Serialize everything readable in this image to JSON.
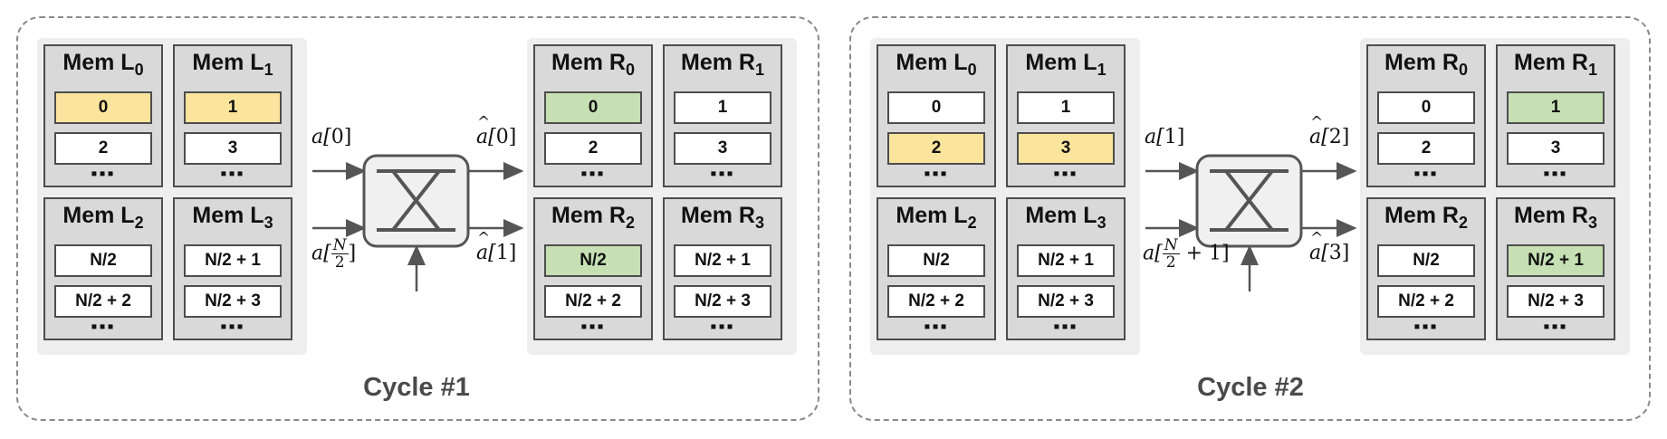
{
  "panels": [
    {
      "cycle_label": "Cycle #1",
      "left_banks": [
        {
          "name": "Mem L",
          "sub": "0",
          "cells": [
            {
              "text": "0",
              "hl": "yellow"
            },
            {
              "text": "2",
              "hl": ""
            }
          ],
          "ellipsis": "▪▪▪"
        },
        {
          "name": "Mem L",
          "sub": "1",
          "cells": [
            {
              "text": "1",
              "hl": "yellow"
            },
            {
              "text": "3",
              "hl": ""
            }
          ],
          "ellipsis": "▪▪▪"
        },
        {
          "name": "Mem L",
          "sub": "2",
          "cells": [
            {
              "text": "N/2",
              "hl": ""
            },
            {
              "text": "N/2 + 2",
              "hl": ""
            }
          ],
          "ellipsis": "▪▪▪"
        },
        {
          "name": "Mem L",
          "sub": "3",
          "cells": [
            {
              "text": "N/2 + 1",
              "hl": ""
            },
            {
              "text": "N/2 + 3",
              "hl": ""
            }
          ],
          "ellipsis": "▪▪▪"
        }
      ],
      "right_banks": [
        {
          "name": "Mem R",
          "sub": "0",
          "cells": [
            {
              "text": "0",
              "hl": "green"
            },
            {
              "text": "2",
              "hl": ""
            }
          ],
          "ellipsis": "▪▪▪"
        },
        {
          "name": "Mem R",
          "sub": "1",
          "cells": [
            {
              "text": "1",
              "hl": ""
            },
            {
              "text": "3",
              "hl": ""
            }
          ],
          "ellipsis": "▪▪▪"
        },
        {
          "name": "Mem R",
          "sub": "2",
          "cells": [
            {
              "text": "N/2",
              "hl": "green"
            },
            {
              "text": "N/2 + 2",
              "hl": ""
            }
          ],
          "ellipsis": "▪▪▪"
        },
        {
          "name": "Mem R",
          "sub": "3",
          "cells": [
            {
              "text": "N/2 + 1",
              "hl": ""
            },
            {
              "text": "N/2 + 3",
              "hl": ""
            }
          ],
          "ellipsis": "▪▪▪"
        }
      ],
      "input_top": {
        "pre": "a[",
        "idx": "0",
        "post": "]"
      },
      "input_bottom": {
        "pre": "a[",
        "frac_num": "N",
        "frac_den": "2",
        "extra": "",
        "post": "]"
      },
      "output_top": {
        "pre": "a[",
        "idx": "0",
        "post": "]"
      },
      "output_bottom": {
        "pre": "a[",
        "idx": "1",
        "post": "]"
      }
    },
    {
      "cycle_label": "Cycle #2",
      "left_banks": [
        {
          "name": "Mem L",
          "sub": "0",
          "cells": [
            {
              "text": "0",
              "hl": ""
            },
            {
              "text": "2",
              "hl": "yellow"
            }
          ],
          "ellipsis": "▪▪▪"
        },
        {
          "name": "Mem L",
          "sub": "1",
          "cells": [
            {
              "text": "1",
              "hl": ""
            },
            {
              "text": "3",
              "hl": "yellow"
            }
          ],
          "ellipsis": "▪▪▪"
        },
        {
          "name": "Mem L",
          "sub": "2",
          "cells": [
            {
              "text": "N/2",
              "hl": ""
            },
            {
              "text": "N/2 + 2",
              "hl": ""
            }
          ],
          "ellipsis": "▪▪▪"
        },
        {
          "name": "Mem L",
          "sub": "3",
          "cells": [
            {
              "text": "N/2 + 1",
              "hl": ""
            },
            {
              "text": "N/2 + 3",
              "hl": ""
            }
          ],
          "ellipsis": "▪▪▪"
        }
      ],
      "right_banks": [
        {
          "name": "Mem R",
          "sub": "0",
          "cells": [
            {
              "text": "0",
              "hl": ""
            },
            {
              "text": "2",
              "hl": ""
            }
          ],
          "ellipsis": "▪▪▪"
        },
        {
          "name": "Mem R",
          "sub": "1",
          "cells": [
            {
              "text": "1",
              "hl": "green"
            },
            {
              "text": "3",
              "hl": ""
            }
          ],
          "ellipsis": "▪▪▪"
        },
        {
          "name": "Mem R",
          "sub": "2",
          "cells": [
            {
              "text": "N/2",
              "hl": ""
            },
            {
              "text": "N/2 + 2",
              "hl": ""
            }
          ],
          "ellipsis": "▪▪▪"
        },
        {
          "name": "Mem R",
          "sub": "3",
          "cells": [
            {
              "text": "N/2 + 1",
              "hl": "green"
            },
            {
              "text": "N/2 + 3",
              "hl": ""
            }
          ],
          "ellipsis": "▪▪▪"
        }
      ],
      "input_top": {
        "pre": "a[",
        "idx": "1",
        "post": "]"
      },
      "input_bottom": {
        "pre": "a[",
        "frac_num": "N",
        "frac_den": "2",
        "extra": " + 1",
        "post": "]"
      },
      "output_top": {
        "pre": "a[",
        "idx": "2",
        "post": "]"
      },
      "output_bottom": {
        "pre": "a[",
        "idx": "3",
        "post": "]"
      }
    }
  ],
  "colors": {
    "yellow": "#fbe59d",
    "green": "#c6e0b4",
    "bank": "#d9d9d9",
    "stroke": "#4d4d4d",
    "switch": "#f0f0f0"
  },
  "switch_icon": "crossbar-switch-icon"
}
